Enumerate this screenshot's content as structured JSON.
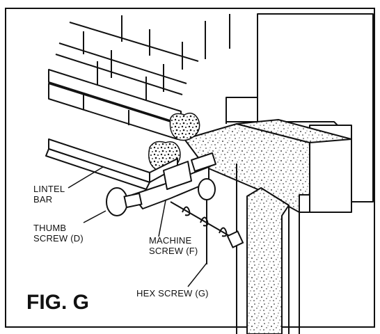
{
  "figure": {
    "title": "FIG. G",
    "labels": {
      "lintel_bar_line1": "LINTEL",
      "lintel_bar_line2": "BAR",
      "thumb_screw_line1": "THUMB",
      "thumb_screw_line2": "SCREW (D)",
      "machine_screw_line1": "MACHINE",
      "machine_screw_line2": "SCREW (F)",
      "hex_screw": "HEX SCREW (G)"
    }
  },
  "colors": {
    "line": "#111111",
    "background": "#ffffff",
    "speckle_fill": "#ffffff"
  }
}
